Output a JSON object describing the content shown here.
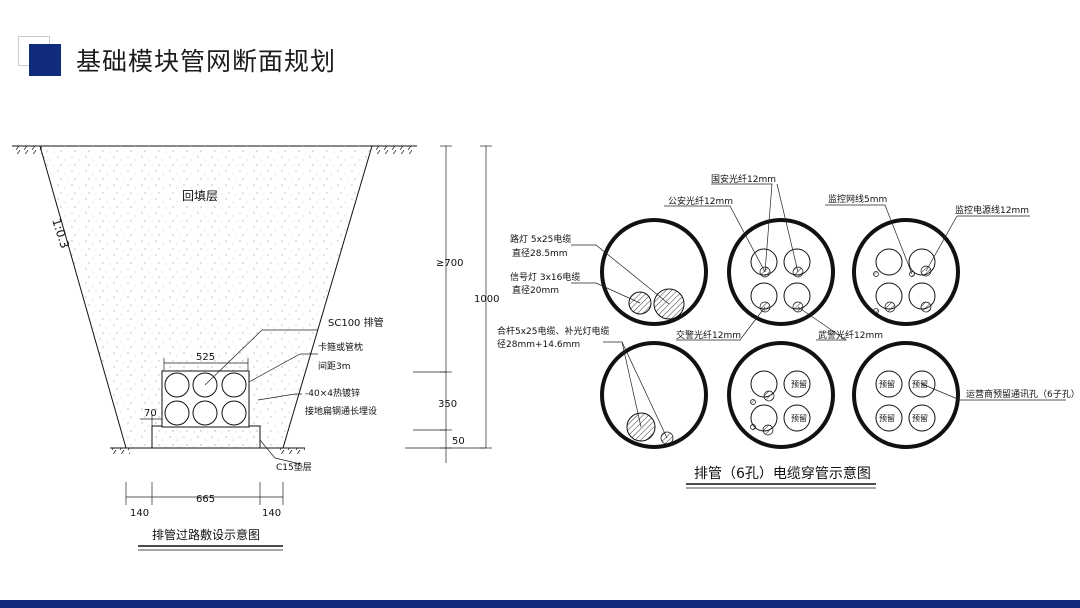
{
  "header": {
    "title": "基础模块管网断面规划",
    "accent_color": "#102a7c"
  },
  "trench_diagram": {
    "caption": "排管过路敷设示意图",
    "slope_label": "1:0.3",
    "backfill_label": "回填层",
    "dim_top_width": "525",
    "dim_offset": "70",
    "dim_bottom_width": "665",
    "dim_left_margin": "140",
    "dim_right_margin": "140",
    "dim_depth_min": "≥700",
    "dim_total_depth": "1000",
    "dim_block_height": "350",
    "dim_base_height": "50",
    "callouts": {
      "pipe": "SC100 排管",
      "clamp": "卡箍或管枕",
      "spacing": "间距3m",
      "flat_steel": "-40×4热镀锌",
      "ground": "接地扁钢通长埋设",
      "cushion": "C15垫层"
    }
  },
  "conduit_diagram": {
    "caption": "排管（6孔）电缆穿管示意图",
    "labels": {
      "road_light": "路灯 5x25电缆",
      "road_light_dia": "直径28.5mm",
      "signal_light": "信号灯 3x16电缆",
      "signal_light_dia": "直径20mm",
      "security_fiber": "国安光纤12mm",
      "public_fiber": "公安光纤12mm",
      "monitor_net": "监控网线5mm",
      "monitor_power": "监控电源线12mm",
      "traffic_fiber": "交警光纤12mm",
      "armed_fiber": "武警光纤12mm",
      "combined": "合杆5x25电缆、补光灯电缆",
      "combined_dia": "径28mm+14.6mm",
      "operator": "运营商预留通讯孔（6子孔）",
      "reserved": "预留"
    }
  }
}
